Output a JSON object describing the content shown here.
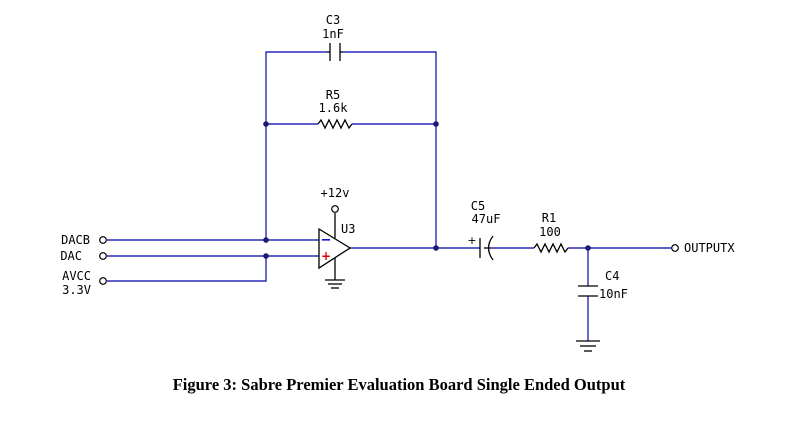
{
  "colors": {
    "wire": "#2b2bb8",
    "component": "#000000",
    "opamp_plus": "#e00000",
    "opamp_minus": "#0000d0"
  },
  "components": {
    "c3": {
      "ref": "C3",
      "value": "1nF"
    },
    "r5": {
      "ref": "R5",
      "value": "1.6k"
    },
    "u3": {
      "ref": "U3",
      "supply": "+12v",
      "plus_symbol": "+",
      "minus_symbol": "−"
    },
    "c5": {
      "ref": "C5",
      "value": "47uF",
      "polarity": "+"
    },
    "r1": {
      "ref": "R1",
      "value": "100"
    },
    "c4": {
      "ref": "C4",
      "value": "10nF"
    }
  },
  "ports": {
    "dacb": "DACB",
    "dac": "DAC",
    "avcc": "AVCC",
    "avcc_voltage": "3.3V",
    "output": "OUTPUTX"
  },
  "caption": "Figure 3: Sabre Premier Evaluation Board Single Ended Output"
}
